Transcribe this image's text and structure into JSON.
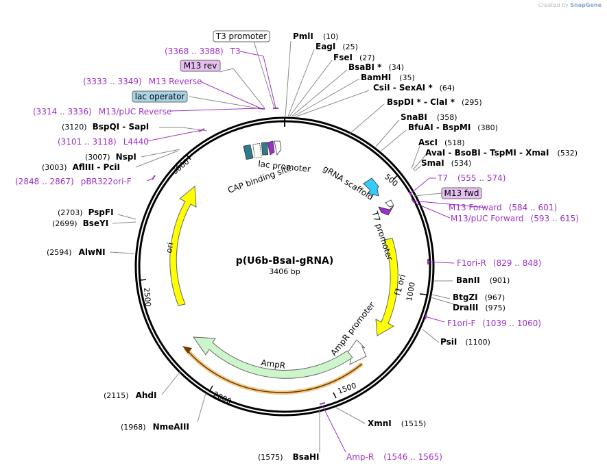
{
  "credit": {
    "prefix": "Created by",
    "brand": "SnapGene"
  },
  "title": "p(U6b-BsaI-gRNA)",
  "subtitle": "3406 bp",
  "ticks": [
    "500",
    "1000",
    "1500",
    "2000",
    "2500",
    "3000"
  ],
  "enzymes_right": [
    {
      "name": "PmlI",
      "pos": "(10)"
    },
    {
      "name": "EagI",
      "pos": "(25)"
    },
    {
      "name": "FseI",
      "pos": "(27)"
    },
    {
      "name": "BsaBI *",
      "pos": "(34)"
    },
    {
      "name": "BamHI",
      "pos": "(35)"
    },
    {
      "name": "CsiI  - SexAI *",
      "pos": "(64)"
    },
    {
      "name": "BspDI *  - ClaI *",
      "pos": "(295)"
    },
    {
      "name": "SnaBI",
      "pos": "(358)"
    },
    {
      "name": "BfuAI  - BspMI",
      "pos": "(380)"
    },
    {
      "name": "AscI",
      "pos": "(518)"
    },
    {
      "name": "AvaI  - BsoBI  - TspMI  - XmaI",
      "pos": "(532)"
    },
    {
      "name": "SmaI",
      "pos": "(534)"
    },
    {
      "name": "BanII",
      "pos": "(901)"
    },
    {
      "name": "BtgZI",
      "pos": "(967)"
    },
    {
      "name": "DraIII",
      "pos": "(975)"
    },
    {
      "name": "PsiI",
      "pos": "(1100)"
    },
    {
      "name": "XmnI",
      "pos": "(1515)"
    }
  ],
  "enzymes_left": [
    {
      "name": "BspQI  - SapI",
      "pos": "(3120)"
    },
    {
      "name": "NspI",
      "pos": "(3007)"
    },
    {
      "name": "AflIII  - PciI",
      "pos": "(3003)"
    },
    {
      "name": "PspFI",
      "pos": "(2703)"
    },
    {
      "name": "BseYI",
      "pos": "(2699)"
    },
    {
      "name": "AlwNI",
      "pos": "(2594)"
    },
    {
      "name": "AhdI",
      "pos": "(2115)"
    },
    {
      "name": "NmeAIII",
      "pos": "(1968)"
    },
    {
      "name": "BsaHI",
      "pos": "(1575)"
    }
  ],
  "primers": [
    {
      "name": "T3",
      "range": "(3368 .. 3388)"
    },
    {
      "name": "M13 Reverse",
      "range": "(3333 .. 3349)"
    },
    {
      "name": "M13/pUC Reverse",
      "range": "(3314 .. 3336)"
    },
    {
      "name": "L4440",
      "range": "(3101 .. 3118)"
    },
    {
      "name": "pBR322ori-F",
      "range": "(2848 .. 2867)"
    },
    {
      "name": "T7",
      "range": "(555 .. 574)"
    },
    {
      "name": "M13 Forward",
      "range": "(584 .. 601)"
    },
    {
      "name": "M13/pUC Forward",
      "range": "(593 .. 615)"
    },
    {
      "name": "F1ori-R",
      "range": "(829 .. 848)"
    },
    {
      "name": "F1ori-F",
      "range": "(1039 .. 1060)"
    },
    {
      "name": "Amp-R",
      "range": "(1546 .. 1565)"
    }
  ],
  "boxed_labels": {
    "t3_promoter": "T3 promoter",
    "m13_rev": "M13 rev",
    "lac_operator": "lac operator",
    "m13_fwd": "M13 fwd"
  },
  "features": {
    "lac_promoter": "lac promoter",
    "cap_site": "CAP binding site",
    "grna": "gRNA scaffold",
    "t7_promoter": "T7 promoter",
    "f1_ori": "f1 ori",
    "ampr_promoter": "AmpR promoter",
    "ampr": "AmpR",
    "ori": "ori"
  },
  "colors": {
    "backbone": "#000000",
    "primer": "#9b30c8",
    "ori": "#ffff00",
    "f1ori": "#ffff00",
    "ampr": "#ccf5cc",
    "ampr_outline": "#e6a030",
    "grna": "#33ccff",
    "cap": "#2e7b8c",
    "lac_operator_box": "#a8d4e6",
    "m13_box": "#e6c0f0"
  }
}
